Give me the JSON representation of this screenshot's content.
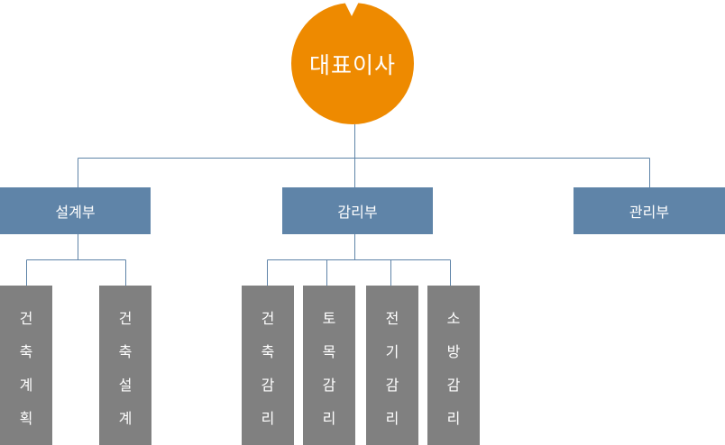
{
  "ceo": {
    "label": "대표이사"
  },
  "departments": [
    {
      "label": "설계부"
    },
    {
      "label": "감리부"
    },
    {
      "label": "관리부"
    }
  ],
  "teams": [
    {
      "label": "건축계획"
    },
    {
      "label": "건축설계"
    },
    {
      "label": "건축감리"
    },
    {
      "label": "토목감리"
    },
    {
      "label": "전기감리"
    },
    {
      "label": "소방감리"
    }
  ],
  "colors": {
    "ceo": "#ee8a00",
    "department": "#5f84a8",
    "team": "#808080",
    "connector": "#5f84a8"
  }
}
